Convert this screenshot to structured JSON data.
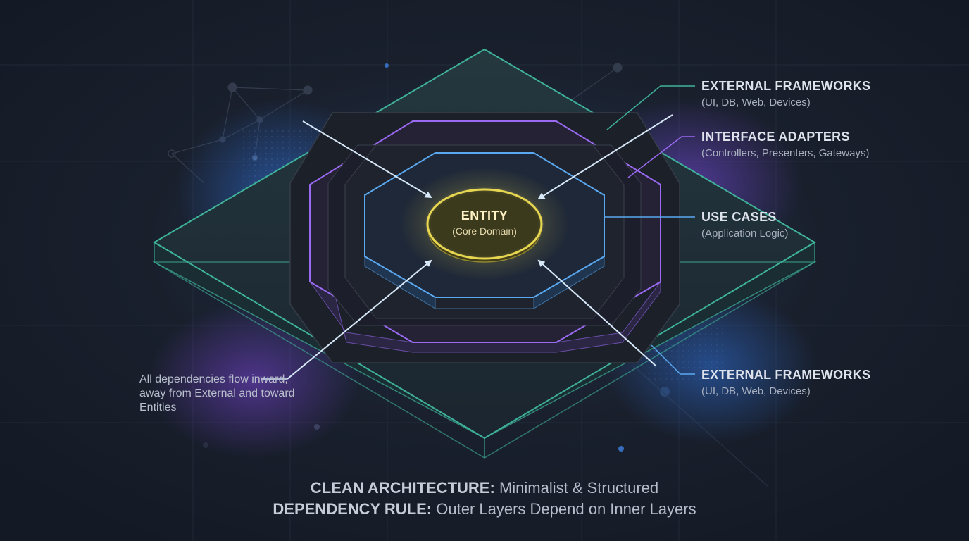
{
  "colors": {
    "background": "#171d29",
    "outer_frame": "#3fb39a",
    "adapters_ring": "#9a6af2",
    "use_cases_ring": "#5aa8f0",
    "entity": "#e4d44a",
    "arrows": "#cfe4f7"
  },
  "entity": {
    "title": "ENTITY",
    "subtitle": "(Core Domain)"
  },
  "labels": [
    {
      "title": "EXTERNAL FRAMEWORKS",
      "subtitle": "(UI, DB, Web, Devices)"
    },
    {
      "title": "INTERFACE ADAPTERS",
      "subtitle": "(Controllers, Presenters, Gateways)"
    },
    {
      "title": "USE CASES",
      "subtitle": "(Application Logic)"
    },
    {
      "title": "EXTERNAL FRAMEWORKS",
      "subtitle": "(UI, DB, Web, Devices)"
    }
  ],
  "note": "All dependencies flow inward, away from External and toward Entities",
  "footer": {
    "line1_bold": "CLEAN ARCHITECTURE:",
    "line1_text": "Minimalist & Structured",
    "line2_bold": "DEPENDENCY RULE:",
    "line2_text": "Outer Layers Depend on Inner Layers"
  }
}
